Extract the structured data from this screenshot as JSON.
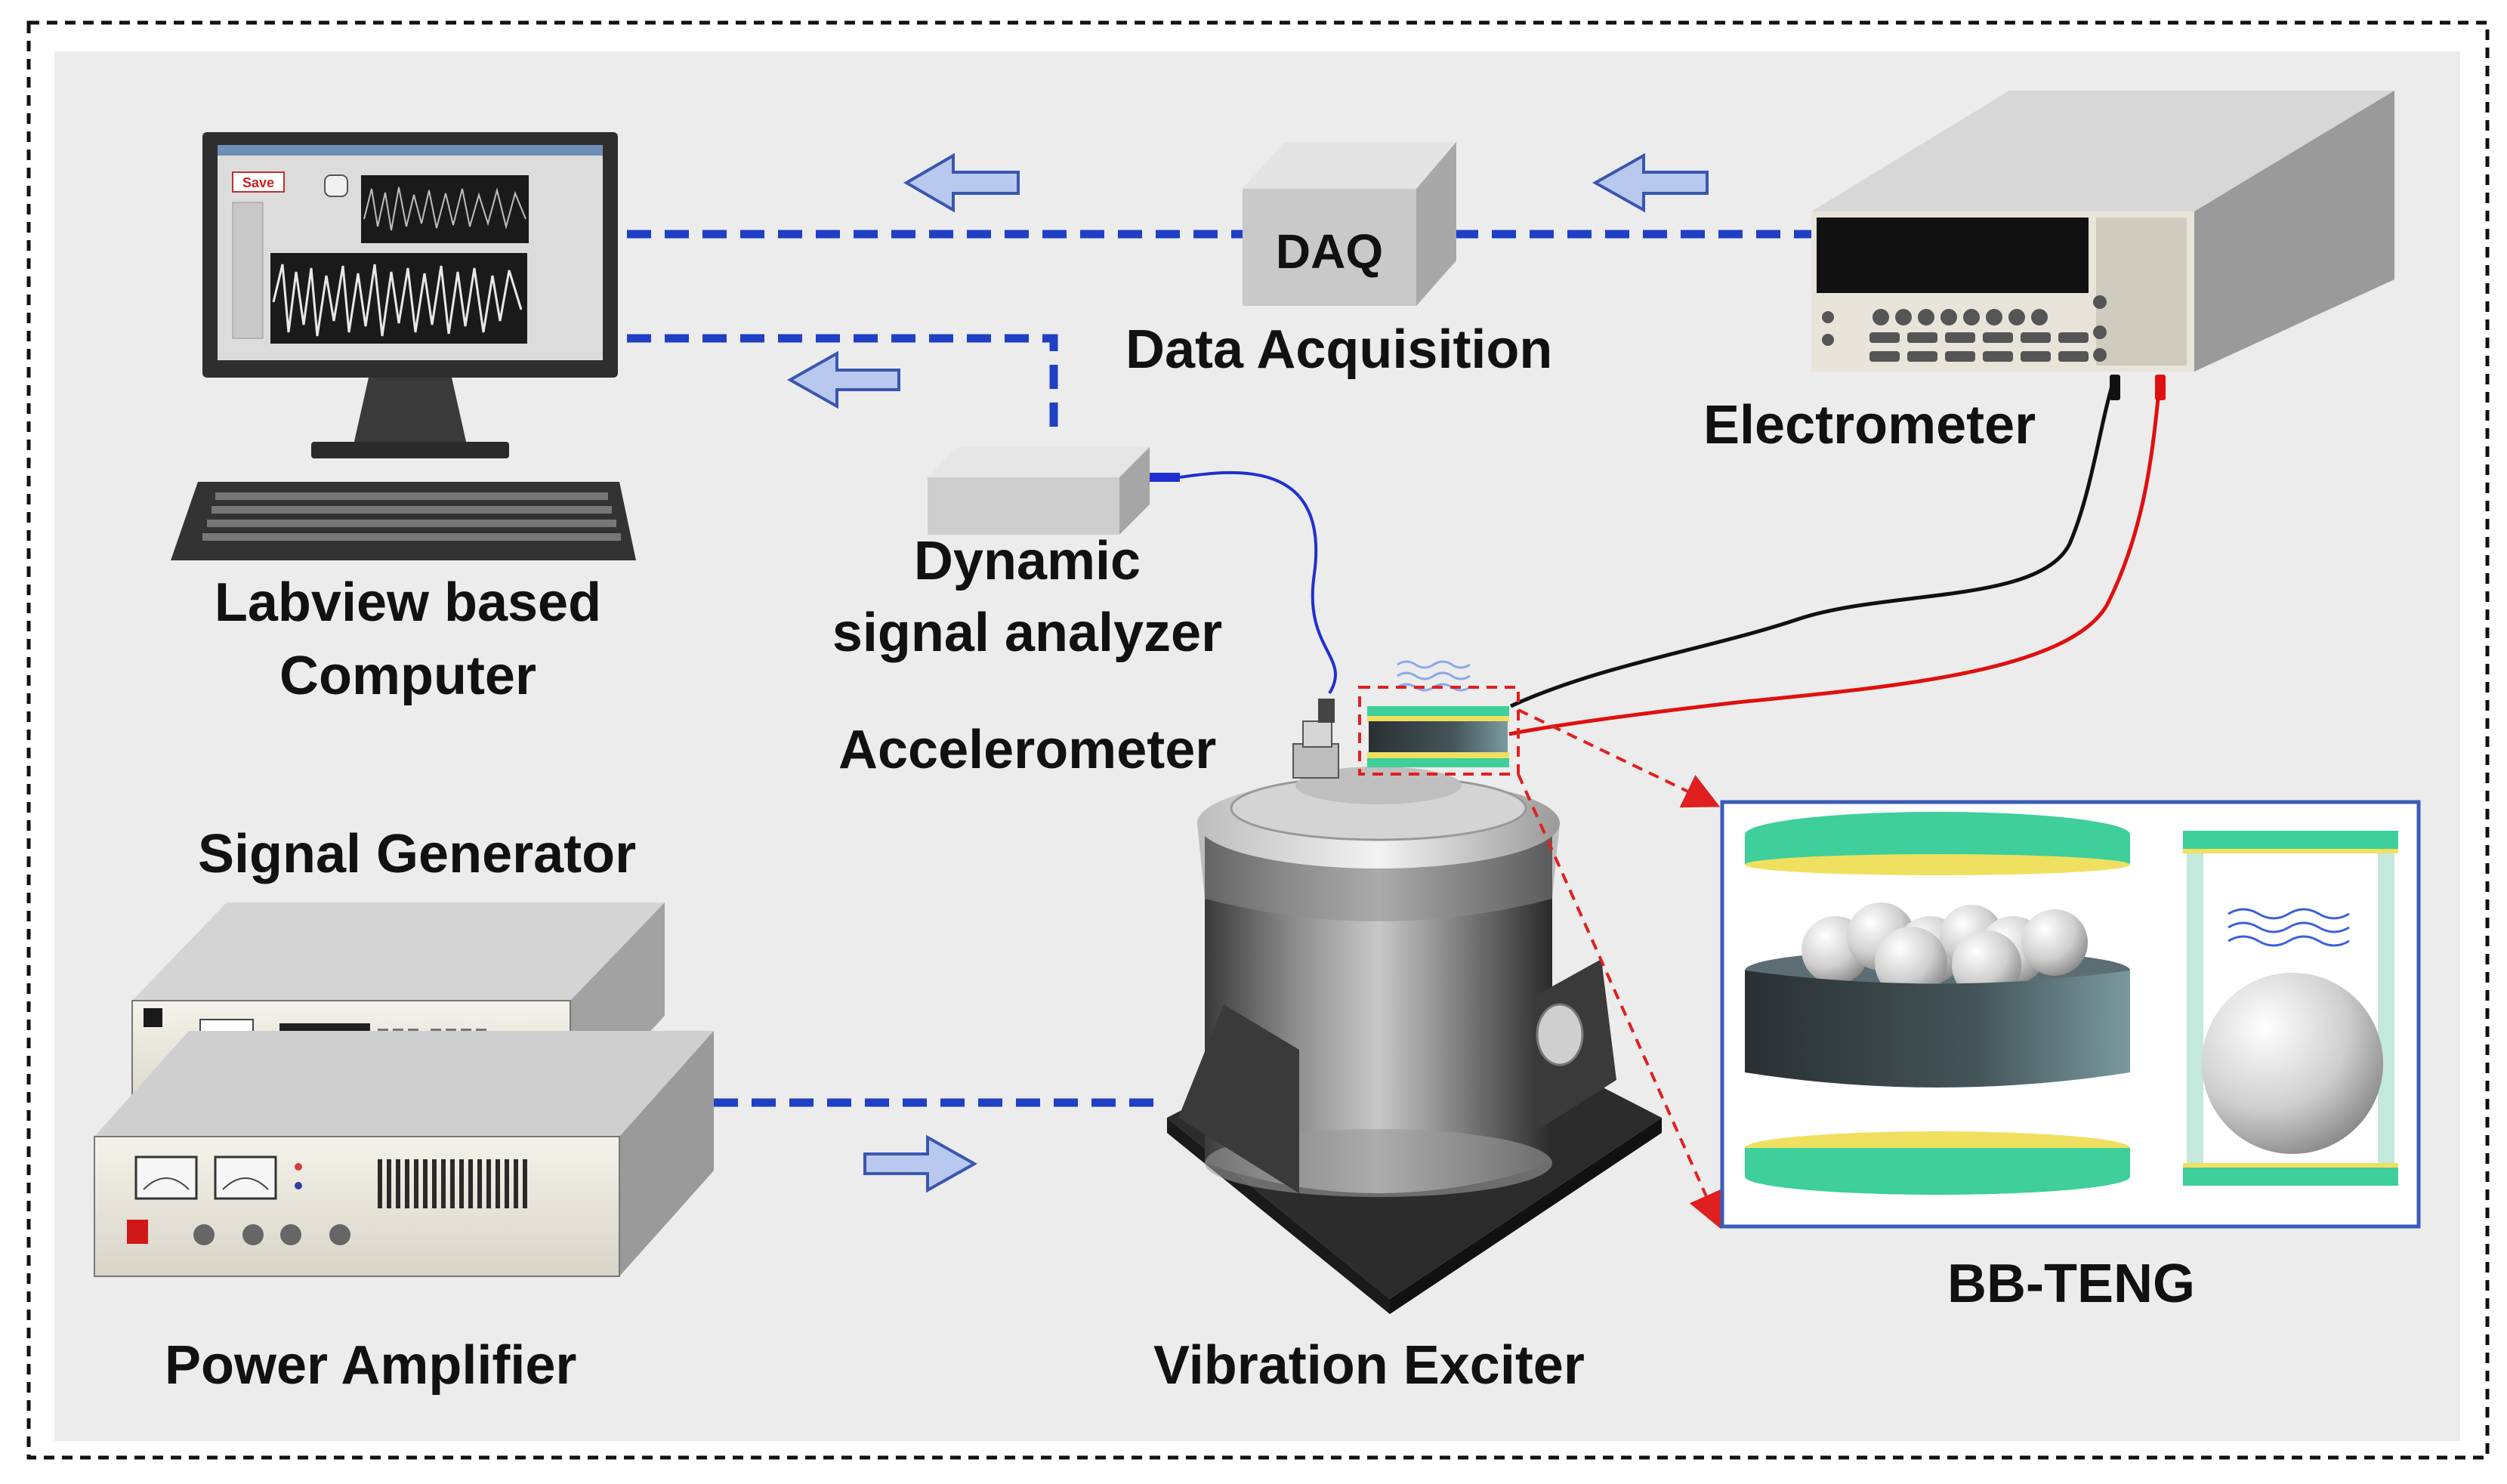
{
  "labels": {
    "computer_line1": "Labview based",
    "computer_line2": "Computer",
    "data_acquisition": "Data Acquisition",
    "daq": "DAQ",
    "electrometer": "Electrometer",
    "dynamic_line1": "Dynamic",
    "dynamic_line2": "signal analyzer",
    "accelerometer": "Accelerometer",
    "signal_generator": "Signal Generator",
    "power_amplifier": "Power Amplifier",
    "vibration_exciter": "Vibration Exciter",
    "bb_teng": "BB-TENG",
    "screen_save": "Save"
  },
  "colors": {
    "frame_bg": "#ececec",
    "dashed_line": "#1f3fc4",
    "arrow_fill": "#b8c8ee",
    "arrow_stroke": "#3a56b0",
    "wire_red": "#e01010",
    "wire_black": "#111111",
    "wire_blue": "#2030d0",
    "callout_red": "#e02020",
    "inset_border": "#3a5bb8",
    "teng_green": "#3ecf9a",
    "teng_yellow": "#f0e060",
    "teng_body": "#3c4d52"
  },
  "icons": [
    "computer-monitor",
    "keyboard",
    "daq-box",
    "electrometer",
    "signal-analyzer-box",
    "accelerometer",
    "signal-generator",
    "power-amplifier",
    "vibration-exciter",
    "teng-device",
    "direction-arrow"
  ]
}
